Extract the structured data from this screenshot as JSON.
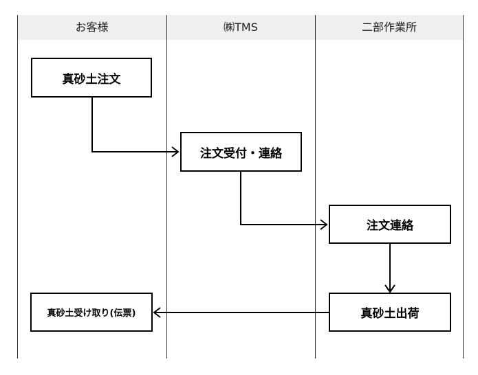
{
  "lanes": [
    "お客様",
    "㈱TMS",
    "二部作業所"
  ],
  "steps": {
    "order_sand": "真砂土注文",
    "order_receive_contact": "注文受付・連絡",
    "order_contact": "注文連絡",
    "sand_shipment": "真砂土出荷",
    "sand_receipt": "真砂土受け取り(伝票)"
  },
  "colors": {
    "header_bg": "#f0f0f0",
    "line": "#000000"
  }
}
